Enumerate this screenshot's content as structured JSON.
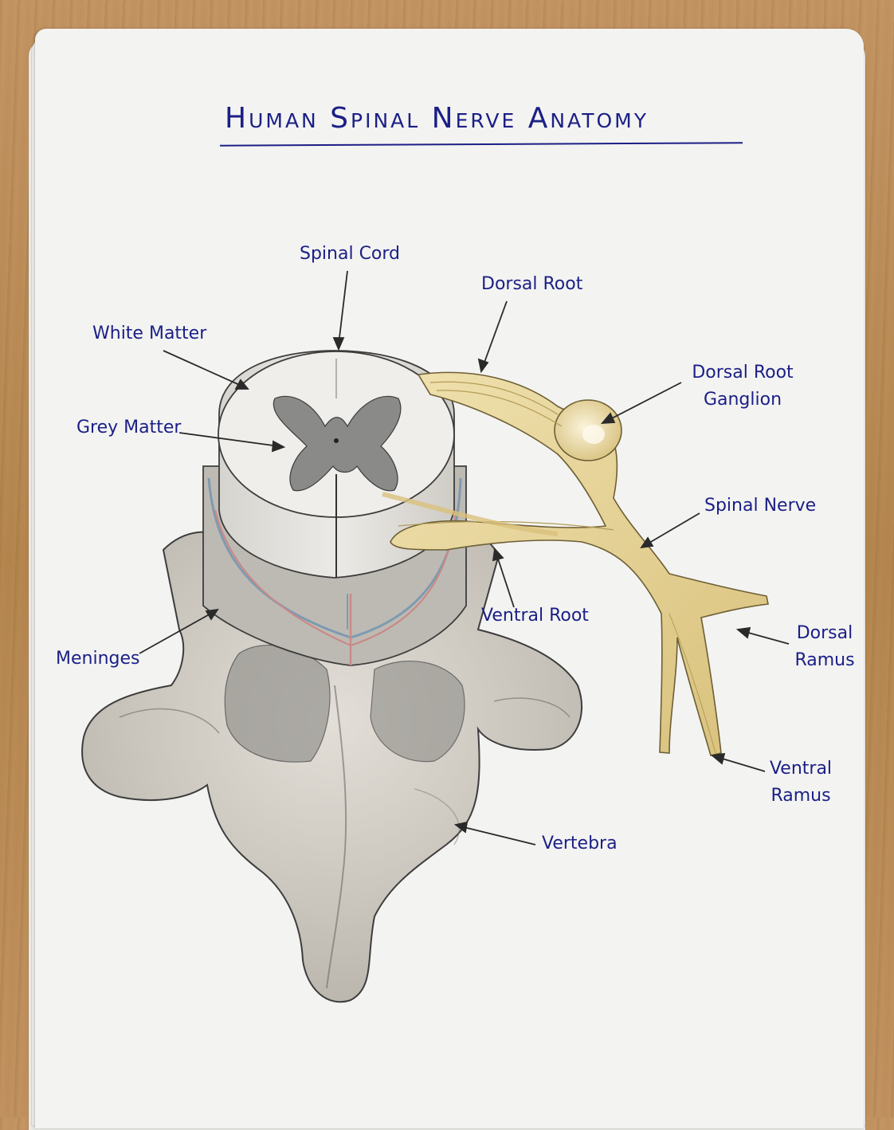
{
  "title": "Human Spinal Nerve Anatomy",
  "labels": {
    "spinal_cord": "Spinal Cord",
    "dorsal_root": "Dorsal Root",
    "white_matter": "White Matter",
    "dorsal_root_ganglion_line1": "Dorsal Root",
    "dorsal_root_ganglion_line2": "Ganglion",
    "grey_matter": "Grey Matter",
    "spinal_nerve": "Spinal Nerve",
    "ventral_root": "Ventral Root",
    "meninges": "Meninges",
    "dorsal_ramus_line1": "Dorsal",
    "dorsal_ramus_line2": "Ramus",
    "ventral_ramus_line1": "Ventral",
    "ventral_ramus_line2": "Ramus",
    "vertebra": "Vertebra"
  },
  "colors": {
    "ink": "#1b1f86",
    "nerve": "#e6d39a",
    "bone": "#d8d4cd",
    "grey_matter": "#8a8a88",
    "artery": "#c98a86",
    "vein": "#7e9ab0"
  }
}
